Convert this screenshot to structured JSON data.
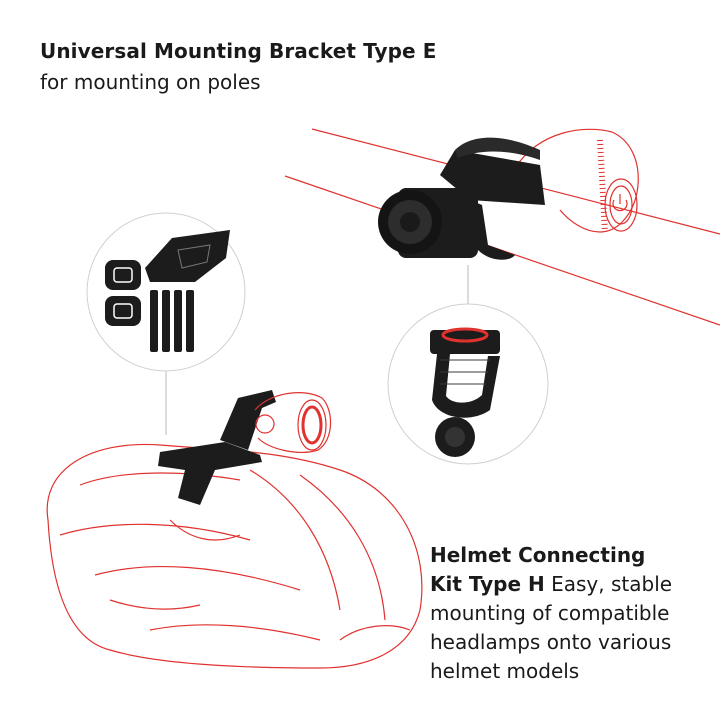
{
  "heading": {
    "title": "Universal Mounting Bracket Type E",
    "subtitle": "for mounting on poles"
  },
  "caption": {
    "line1": "Helmet Connecting",
    "line2_bold": "Kit Type H",
    "body": " Easy, stable mounting of compatible headlamps onto various helmet models"
  },
  "colors": {
    "outline_red": "#e0322f",
    "product_black": "#1c1c1c",
    "leader_gray": "#b9b9b9"
  }
}
